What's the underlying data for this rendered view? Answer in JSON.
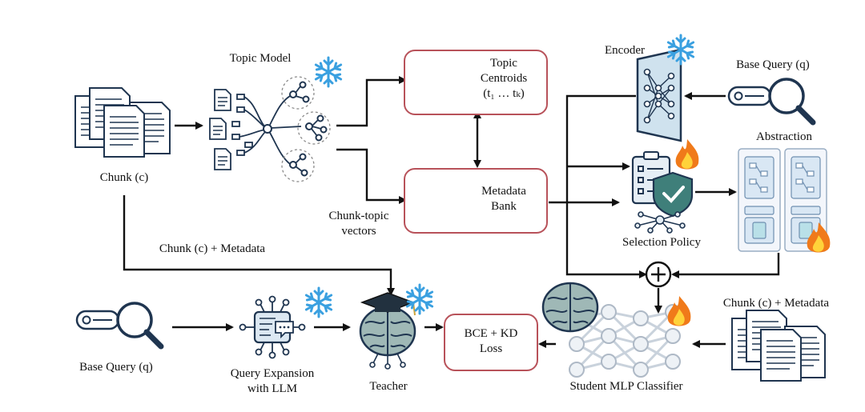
{
  "labels": {
    "topic_model": "Topic Model",
    "chunk": "Chunk (c)",
    "chunk_topic_vectors_1": "Chunk-topic",
    "chunk_topic_vectors_2": "vectors",
    "chunk_metadata_left": "Chunk (c) + Metadata",
    "encoder": "Encoder",
    "base_query_right": "Base Query (q)",
    "abstraction": "Abstraction",
    "selection_policy": "Selection Policy",
    "chunk_metadata_right": "Chunk (c) + Metadata",
    "base_query_left": "Base Query (q)",
    "query_expansion_1": "Query Expansion",
    "query_expansion_2": "with LLM",
    "teacher": "Teacher",
    "student": "Student MLP Classifier"
  },
  "boxes": {
    "topic_centroids_title": "Topic",
    "topic_centroids_title2": "Centroids",
    "topic_centroids_formula": "(t₁ … tₖ)",
    "metadata_bank_1": "Metadata",
    "metadata_bank_2": "Bank",
    "loss_1": "BCE + KD",
    "loss_2": "Loss"
  },
  "colors": {
    "box_border": "#b8525a",
    "frozen": "#3aa0e0",
    "trainable_fire": "#f07a1a",
    "icon_stroke": "#1f3550",
    "icon_fill": "#dce8f2"
  },
  "icons": [
    "document-stack-icon",
    "topic-graph-icon",
    "snowflake-icon",
    "database-icon",
    "encoder-network-icon",
    "magnifier-icon",
    "policy-shield-icon",
    "flame-icon",
    "abstraction-panel-icon",
    "plus-circle-icon",
    "query-expansion-icon",
    "teacher-brain-icon",
    "student-mlp-icon"
  ]
}
